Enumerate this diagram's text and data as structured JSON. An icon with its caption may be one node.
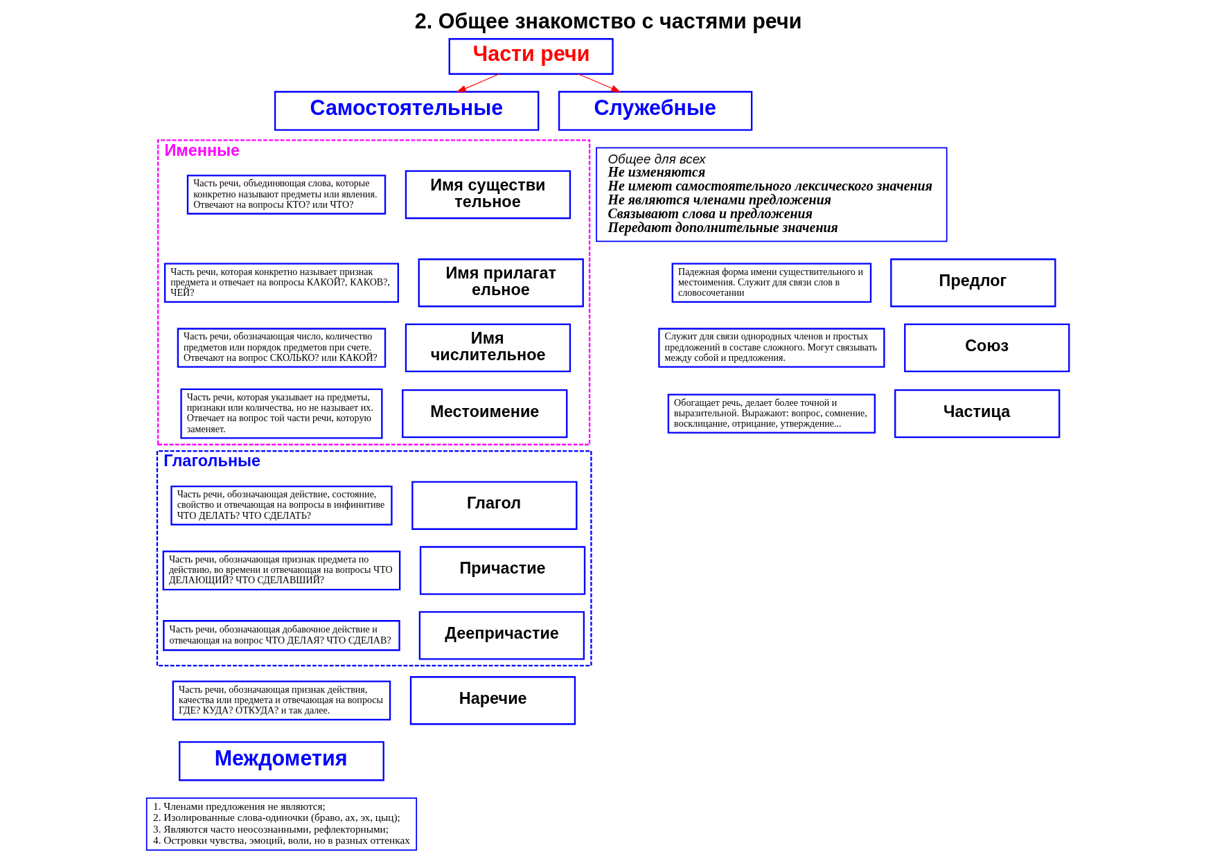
{
  "diagram": {
    "title": "2. Общее знакомство с частями речи",
    "nodes": [
      {
        "text": [
          "Части речи"
        ]
      },
      {
        "text": [
          "Самостоятельные"
        ]
      },
      {
        "text": [
          "Служебные"
        ]
      },
      {
        "text": [
          "Именные"
        ]
      },
      {
        "text": [
          "Часть речи, объединяющая слова, которые конкретно называют предметы или явления. Отвечают на вопросы КТО? или ЧТО?"
        ],
        "in": 3
      },
      {
        "text": [
          "Имя существительное"
        ],
        "in": 3
      },
      {
        "text": [
          "Часть речи, которая конкретно называет признак предмета и отвечает на вопросы КАКОЙ?, КАКОВ?, ЧЕЙ?"
        ],
        "in": 3
      },
      {
        "text": [
          "Имя прилагательное"
        ],
        "in": 3
      },
      {
        "text": [
          "Часть речи, обозначающая число, количество предметов или порядок предметов при счете. Отвечают на вопрос СКОЛЬКО? или КАКОЙ?"
        ],
        "in": 3
      },
      {
        "text": [
          "Имя числительное"
        ],
        "in": 3
      },
      {
        "text": [
          "Часть речи, которая указывает на предметы, признаки или количества, но не называет их. Отвечает на вопрос той части речи, которую заменяет."
        ],
        "in": 3
      },
      {
        "text": [
          "Местоимение"
        ],
        "in": 3
      },
      {
        "text": [
          "Глагольные"
        ]
      },
      {
        "text": [
          "Часть речи, обозначающая действие, состояние, свойство и отвечающая на вопросы в инфинитиве ЧТО ДЕЛАТЬ? ЧТО СДЕЛАТЬ?"
        ],
        "in": 12
      },
      {
        "text": [
          "Глагол"
        ],
        "in": 12
      },
      {
        "text": [
          "Часть речи, обозначающая признак предмета по действию, во времени и отвечающая на вопросы ЧТО ДЕЛАЮЩИЙ? ЧТО СДЕЛАВШИЙ?"
        ],
        "in": 12
      },
      {
        "text": [
          "Причастие"
        ],
        "in": 12
      },
      {
        "text": [
          "Часть речи, обозначающая добавочное действие и отвечающая на вопрос ЧТО ДЕЛАЯ? ЧТО СДЕЛАВ?"
        ],
        "in": 12
      },
      {
        "text": [
          "Деепричастие"
        ],
        "in": 12
      },
      {
        "text": [
          "Часть речи, обозначающая признак действия, качества или предмета и отвечающая на вопросы ГДЕ? КУДА? ОТКУДА? и так далее."
        ]
      },
      {
        "text": [
          "Наречие"
        ]
      },
      {
        "text": [
          "Общее для всех",
          "Не изменяются",
          "Не имеют самостоятельного лексического значения",
          "Не являются членами предложения",
          "Связывают слова и предложения",
          "Передают дополнительные значения"
        ]
      },
      {
        "text": [
          "Падежная форма имени существительного и местоимения. Служит для связи слов в словосочетании"
        ]
      },
      {
        "text": [
          "Предлог"
        ]
      },
      {
        "text": [
          "Служит для связи однородных членов и простых предложений в составе сложного. Могут связывать между собой и предложения."
        ]
      },
      {
        "text": [
          "Союз"
        ]
      },
      {
        "text": [
          "Обогащает речь, делает более точной и выразительной. Выражают: вопрос, сомнение, восклицание, отрицание, утверждение..."
        ]
      },
      {
        "text": [
          "Частица"
        ]
      },
      {
        "text": [
          "Междометия"
        ]
      },
      {
        "text": [
          "1. Членами предложения не являются;",
          "2. Изолированные слова-одиночки (браво, ах, эх, цыц);",
          "3. Являются часто неосознанными, рефлекторными;",
          "4. Островки чувства, эмоций, воли, но в разных оттенках"
        ]
      }
    ],
    "edges": [
      {
        "from": 0,
        "to": 1,
        "arrow": "to",
        "color": "#ff0000"
      },
      {
        "from": 0,
        "to": 2,
        "arrow": "to",
        "color": "#ff0000"
      }
    ]
  }
}
